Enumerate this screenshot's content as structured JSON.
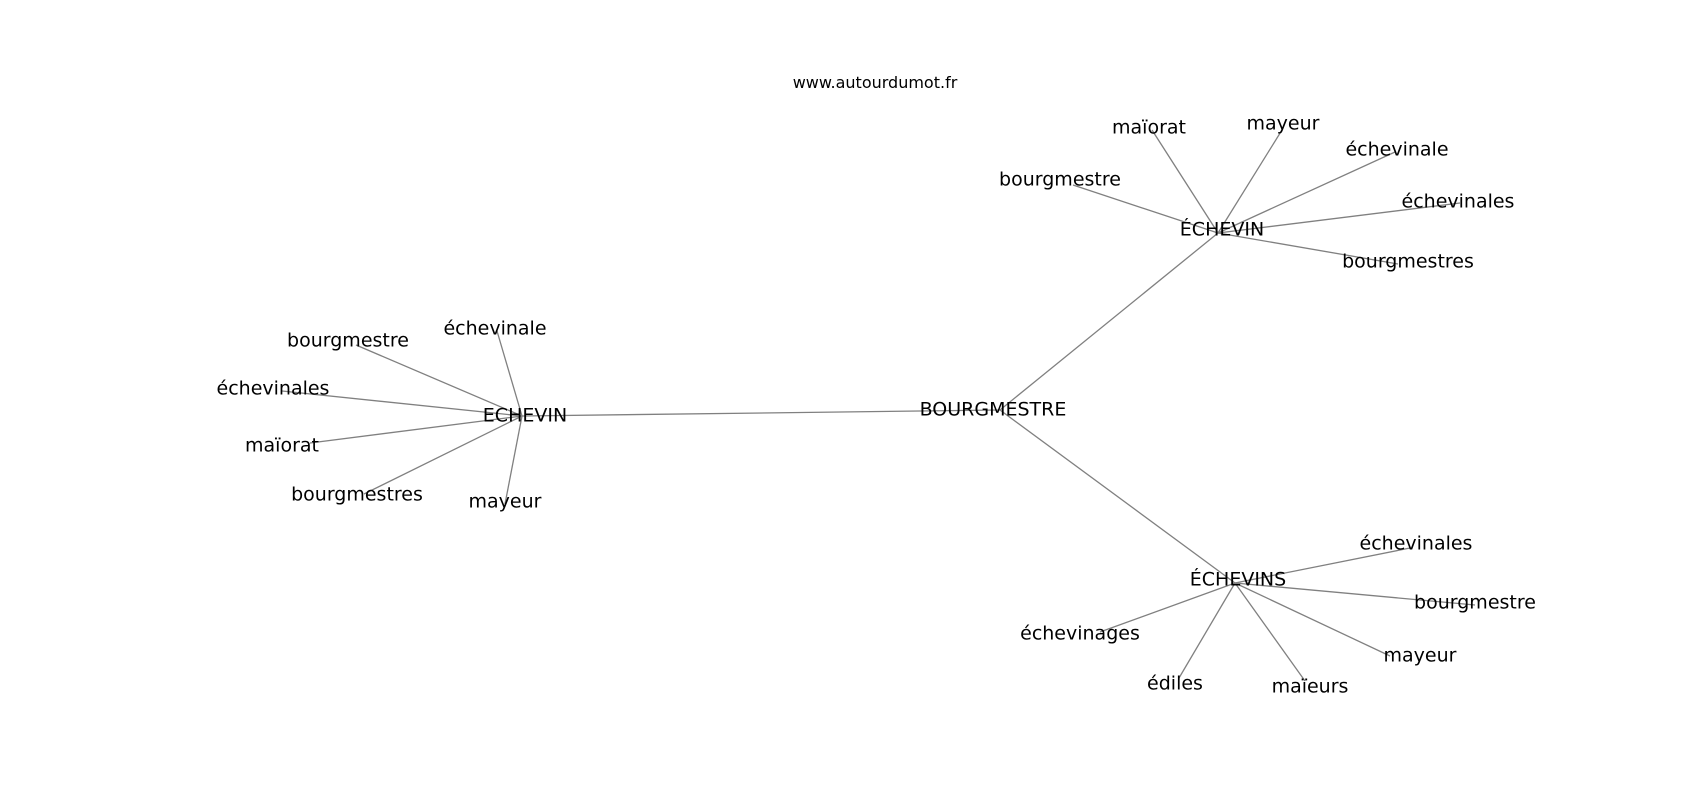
{
  "site": "www.autourdumot.fr",
  "center": "BOURGMESTRE",
  "clusters": [
    {
      "label": "ECHEVIN",
      "neighbors": [
        "bourgmestre",
        "échevinale",
        "échevinales",
        "maïorat",
        "bourgmestres",
        "mayeur"
      ]
    },
    {
      "label": "ÉCHEVIN",
      "neighbors": [
        "maïorat",
        "mayeur",
        "bourgmestre",
        "échevinale",
        "échevinales",
        "bourgmestres"
      ]
    },
    {
      "label": "ÉCHEVINS",
      "neighbors": [
        "échevinales",
        "bourgmestre",
        "échevinages",
        "mayeur",
        "édiles",
        "maïeurs"
      ]
    }
  ]
}
